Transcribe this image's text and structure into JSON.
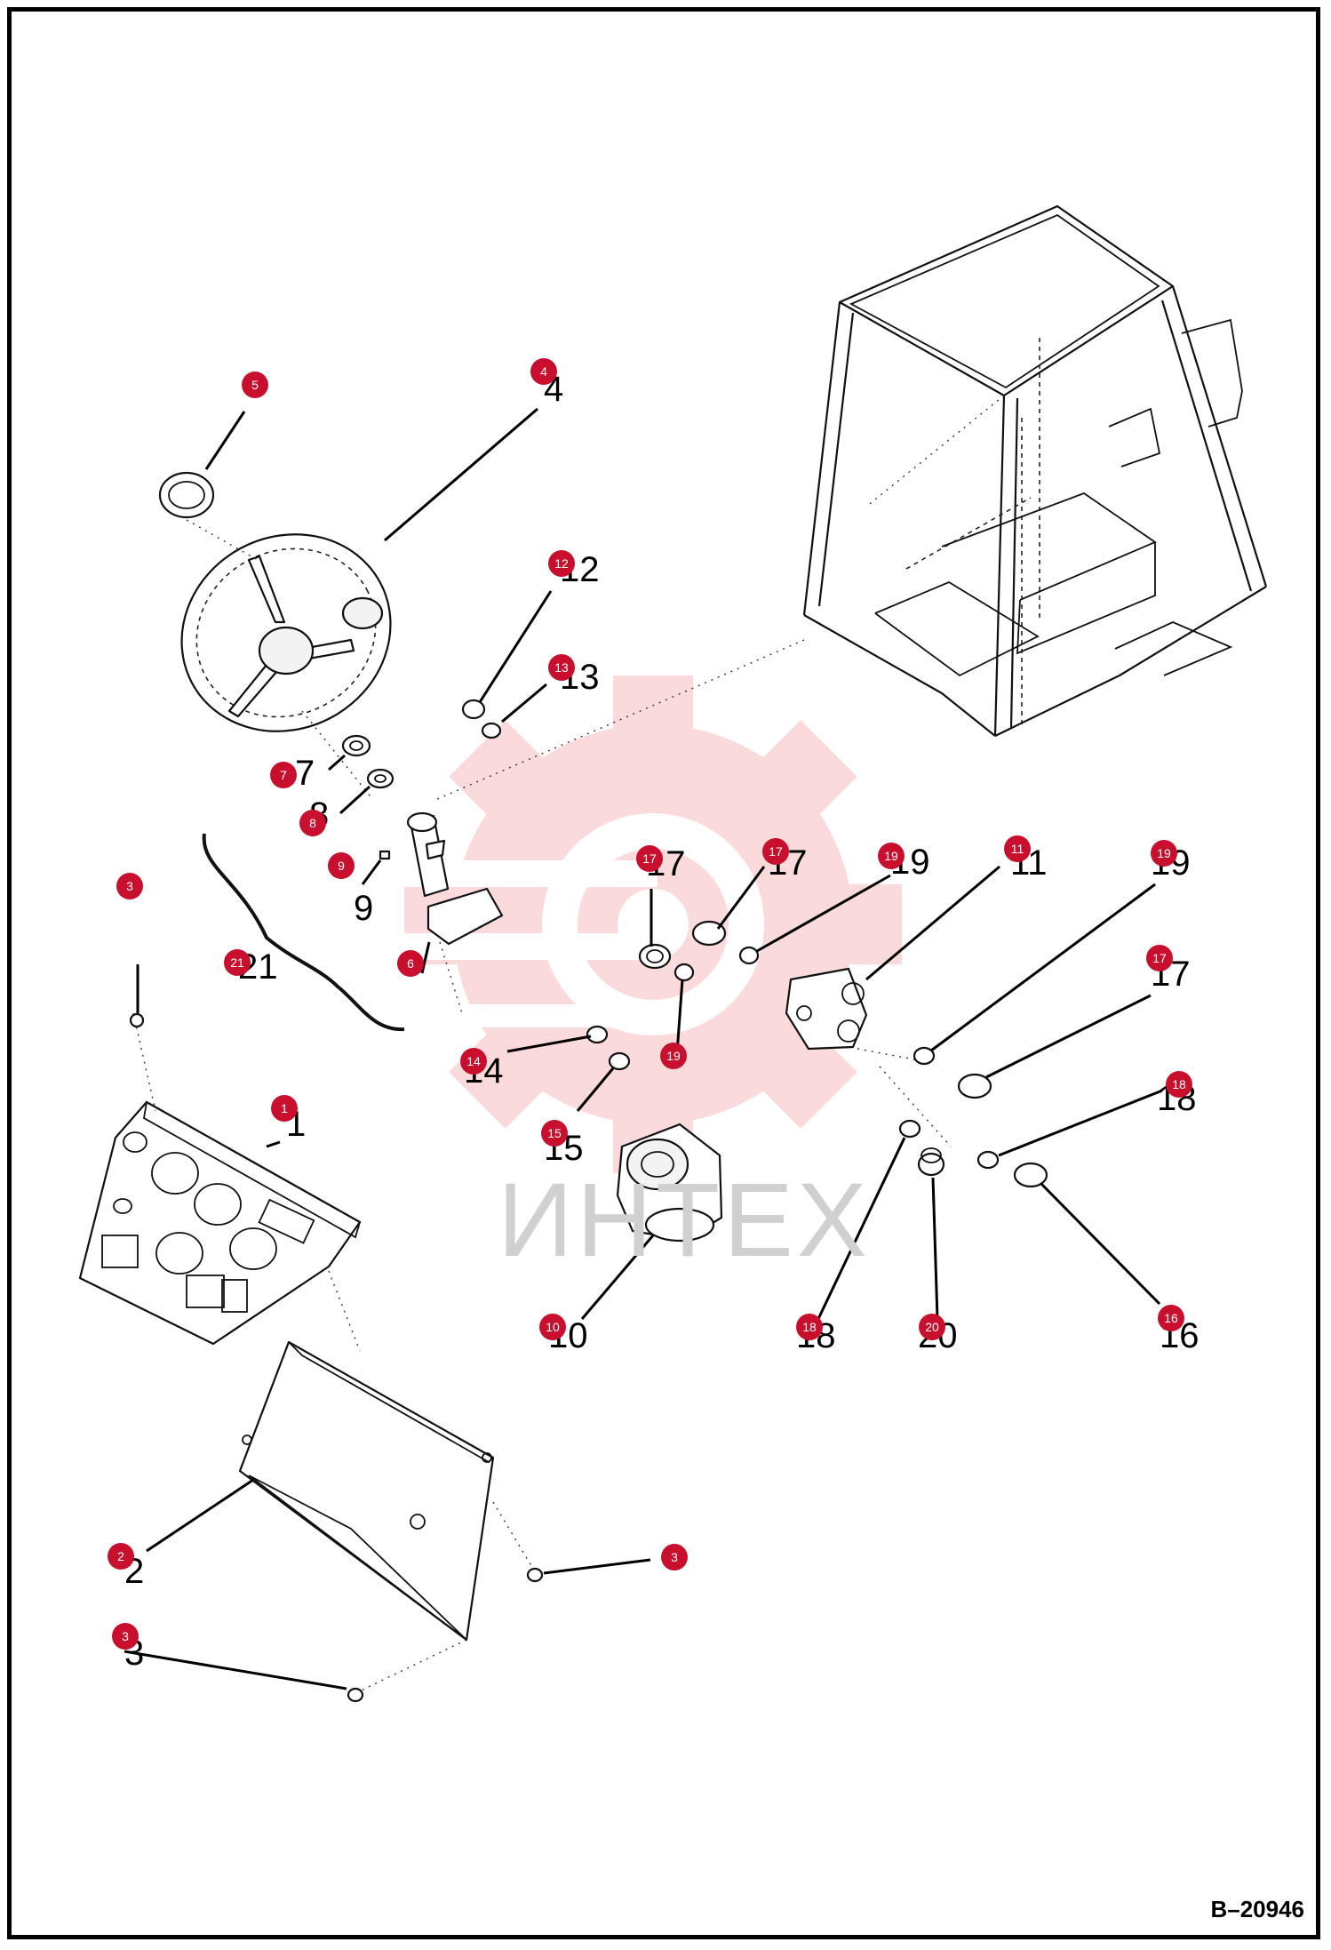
{
  "diagram_id": "B–20946",
  "watermark": "ИНТЕХ",
  "callouts": [
    "5",
    "4",
    "12",
    "13",
    "7",
    "8",
    "9",
    "6",
    "3",
    "21",
    "17",
    "17",
    "19",
    "11",
    "19",
    "17",
    "14",
    "19",
    "15",
    "18",
    "1",
    "10",
    "18",
    "20",
    "16",
    "2",
    "3",
    "3"
  ],
  "numbers": [
    "4",
    "12",
    "13",
    "7",
    "8",
    "9",
    "21",
    "17",
    "17",
    "19",
    "11",
    "19",
    "17",
    "14",
    "15",
    "18",
    "1",
    "10",
    "18",
    "20",
    "16",
    "2",
    "3"
  ],
  "colors": {
    "callout": "#c8102e",
    "watermark_gear": "#fadada",
    "watermark_text": "#d0d0d0"
  }
}
